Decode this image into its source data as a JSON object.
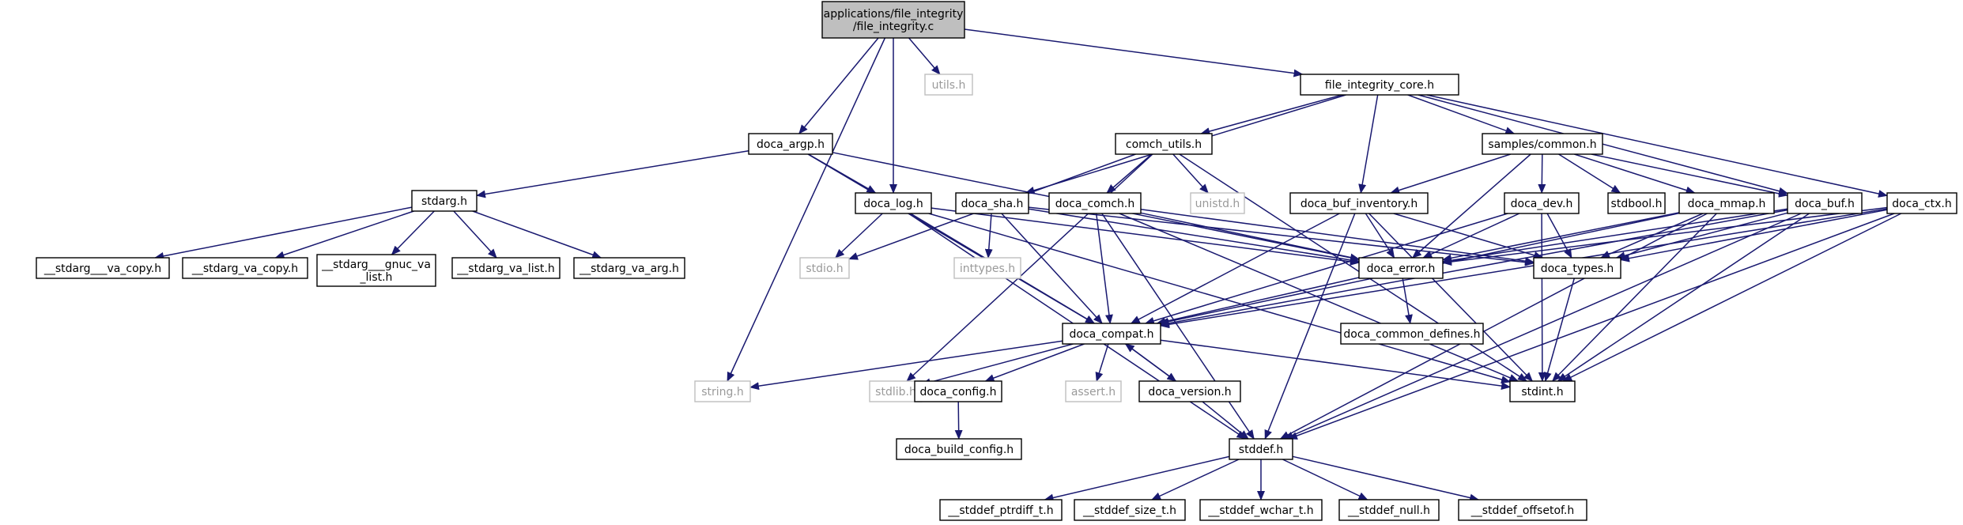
{
  "diagram": {
    "nodes": [
      {
        "id": "file_integrity_c",
        "lines": [
          "applications/file_integrity",
          "/file_integrity.c"
        ],
        "kind": "root"
      },
      {
        "id": "utils_h",
        "lines": [
          "utils.h"
        ],
        "kind": "ext"
      },
      {
        "id": "file_integrity_core_h",
        "lines": [
          "file_integrity_core.h"
        ],
        "kind": "doc"
      },
      {
        "id": "doca_argp_h",
        "lines": [
          "doca_argp.h"
        ],
        "kind": "doc"
      },
      {
        "id": "comch_utils_h",
        "lines": [
          "comch_utils.h"
        ],
        "kind": "doc"
      },
      {
        "id": "samples_common_h",
        "lines": [
          "samples/common.h"
        ],
        "kind": "doc"
      },
      {
        "id": "stdarg_h",
        "lines": [
          "stdarg.h"
        ],
        "kind": "doc"
      },
      {
        "id": "doca_log_h",
        "lines": [
          "doca_log.h"
        ],
        "kind": "doc"
      },
      {
        "id": "doca_sha_h",
        "lines": [
          "doca_sha.h"
        ],
        "kind": "doc"
      },
      {
        "id": "doca_comch_h",
        "lines": [
          "doca_comch.h"
        ],
        "kind": "doc"
      },
      {
        "id": "unistd_h",
        "lines": [
          "unistd.h"
        ],
        "kind": "ext"
      },
      {
        "id": "doca_buf_inventory_h",
        "lines": [
          "doca_buf_inventory.h"
        ],
        "kind": "doc"
      },
      {
        "id": "doca_dev_h",
        "lines": [
          "doca_dev.h"
        ],
        "kind": "doc"
      },
      {
        "id": "stdbool_h",
        "lines": [
          "stdbool.h"
        ],
        "kind": "doc"
      },
      {
        "id": "doca_mmap_h",
        "lines": [
          "doca_mmap.h"
        ],
        "kind": "doc"
      },
      {
        "id": "doca_buf_h",
        "lines": [
          "doca_buf.h"
        ],
        "kind": "doc"
      },
      {
        "id": "doca_ctx_h",
        "lines": [
          "doca_ctx.h"
        ],
        "kind": "doc"
      },
      {
        "id": "stdarg_va_copy_a",
        "lines": [
          "__stdarg___va_copy.h"
        ],
        "kind": "doc"
      },
      {
        "id": "stdarg_va_copy_b",
        "lines": [
          "__stdarg_va_copy.h"
        ],
        "kind": "doc"
      },
      {
        "id": "stdarg_gnuc_va_list",
        "lines": [
          "__stdarg___gnuc_va",
          "_list.h"
        ],
        "kind": "doc"
      },
      {
        "id": "stdarg_va_list",
        "lines": [
          "__stdarg_va_list.h"
        ],
        "kind": "doc"
      },
      {
        "id": "stdarg_va_arg",
        "lines": [
          "__stdarg_va_arg.h"
        ],
        "kind": "doc"
      },
      {
        "id": "stdio_h",
        "lines": [
          "stdio.h"
        ],
        "kind": "ext"
      },
      {
        "id": "inttypes_h",
        "lines": [
          "inttypes.h"
        ],
        "kind": "ext"
      },
      {
        "id": "doca_error_h",
        "lines": [
          "doca_error.h"
        ],
        "kind": "doc"
      },
      {
        "id": "doca_types_h",
        "lines": [
          "doca_types.h"
        ],
        "kind": "doc"
      },
      {
        "id": "doca_compat_h",
        "lines": [
          "doca_compat.h"
        ],
        "kind": "doc"
      },
      {
        "id": "doca_common_defines_h",
        "lines": [
          "doca_common_defines.h"
        ],
        "kind": "doc"
      },
      {
        "id": "string_h",
        "lines": [
          "string.h"
        ],
        "kind": "ext"
      },
      {
        "id": "stdlib_h",
        "lines": [
          "stdlib.h"
        ],
        "kind": "ext"
      },
      {
        "id": "doca_config_h",
        "lines": [
          "doca_config.h"
        ],
        "kind": "doc"
      },
      {
        "id": "assert_h",
        "lines": [
          "assert.h"
        ],
        "kind": "ext"
      },
      {
        "id": "doca_version_h",
        "lines": [
          "doca_version.h"
        ],
        "kind": "doc"
      },
      {
        "id": "stdint_h",
        "lines": [
          "stdint.h"
        ],
        "kind": "doc"
      },
      {
        "id": "doca_build_config_h",
        "lines": [
          "doca_build_config.h"
        ],
        "kind": "doc"
      },
      {
        "id": "stddef_h",
        "lines": [
          "stddef.h"
        ],
        "kind": "doc"
      },
      {
        "id": "stddef_ptrdiff_t",
        "lines": [
          "__stddef_ptrdiff_t.h"
        ],
        "kind": "doc"
      },
      {
        "id": "stddef_size_t",
        "lines": [
          "__stddef_size_t.h"
        ],
        "kind": "doc"
      },
      {
        "id": "stddef_wchar_t",
        "lines": [
          "__stddef_wchar_t.h"
        ],
        "kind": "doc"
      },
      {
        "id": "stddef_null",
        "lines": [
          "__stddef_null.h"
        ],
        "kind": "doc"
      },
      {
        "id": "stddef_offsetof",
        "lines": [
          "__stddef_offsetof.h"
        ],
        "kind": "doc"
      }
    ],
    "edges": [
      [
        "file_integrity_c",
        "utils_h"
      ],
      [
        "file_integrity_c",
        "file_integrity_core_h"
      ],
      [
        "file_integrity_c",
        "doca_argp_h"
      ],
      [
        "file_integrity_c",
        "doca_log_h"
      ],
      [
        "file_integrity_c",
        "string_h"
      ],
      [
        "file_integrity_core_h",
        "comch_utils_h"
      ],
      [
        "file_integrity_core_h",
        "samples_common_h"
      ],
      [
        "file_integrity_core_h",
        "doca_sha_h"
      ],
      [
        "file_integrity_core_h",
        "doca_buf_inventory_h"
      ],
      [
        "file_integrity_core_h",
        "doca_buf_h"
      ],
      [
        "file_integrity_core_h",
        "doca_ctx_h"
      ],
      [
        "doca_argp_h",
        "stdarg_h"
      ],
      [
        "doca_argp_h",
        "doca_log_h"
      ],
      [
        "doca_argp_h",
        "doca_error_h"
      ],
      [
        "doca_argp_h",
        "doca_compat_h"
      ],
      [
        "stdarg_h",
        "stdarg_va_copy_a"
      ],
      [
        "stdarg_h",
        "stdarg_va_copy_b"
      ],
      [
        "stdarg_h",
        "stdarg_gnuc_va_list"
      ],
      [
        "stdarg_h",
        "stdarg_va_list"
      ],
      [
        "stdarg_h",
        "stdarg_va_arg"
      ],
      [
        "comch_utils_h",
        "doca_comch_h"
      ],
      [
        "comch_utils_h",
        "unistd_h"
      ],
      [
        "comch_utils_h",
        "stdio_h"
      ],
      [
        "comch_utils_h",
        "stdlib_h"
      ],
      [
        "comch_utils_h",
        "stdint_h"
      ],
      [
        "samples_common_h",
        "doca_buf_inventory_h"
      ],
      [
        "samples_common_h",
        "doca_dev_h"
      ],
      [
        "samples_common_h",
        "stdbool_h"
      ],
      [
        "samples_common_h",
        "doca_mmap_h"
      ],
      [
        "samples_common_h",
        "doca_buf_h"
      ],
      [
        "samples_common_h",
        "doca_error_h"
      ],
      [
        "doca_log_h",
        "stdio_h"
      ],
      [
        "doca_log_h",
        "doca_compat_h"
      ],
      [
        "doca_log_h",
        "doca_error_h"
      ],
      [
        "doca_log_h",
        "stdint_h"
      ],
      [
        "doca_log_h",
        "stddef_h"
      ],
      [
        "doca_sha_h",
        "inttypes_h"
      ],
      [
        "doca_sha_h",
        "doca_compat_h"
      ],
      [
        "doca_sha_h",
        "doca_error_h"
      ],
      [
        "doca_sha_h",
        "doca_types_h"
      ],
      [
        "doca_comch_h",
        "doca_compat_h"
      ],
      [
        "doca_comch_h",
        "doca_error_h"
      ],
      [
        "doca_comch_h",
        "doca_types_h"
      ],
      [
        "doca_comch_h",
        "stdint_h"
      ],
      [
        "doca_comch_h",
        "stddef_h"
      ],
      [
        "doca_buf_inventory_h",
        "doca_compat_h"
      ],
      [
        "doca_buf_inventory_h",
        "doca_error_h"
      ],
      [
        "doca_buf_inventory_h",
        "doca_types_h"
      ],
      [
        "doca_buf_inventory_h",
        "stdint_h"
      ],
      [
        "doca_buf_inventory_h",
        "stddef_h"
      ],
      [
        "doca_dev_h",
        "doca_compat_h"
      ],
      [
        "doca_dev_h",
        "doca_error_h"
      ],
      [
        "doca_dev_h",
        "doca_types_h"
      ],
      [
        "doca_dev_h",
        "stdint_h"
      ],
      [
        "doca_mmap_h",
        "doca_compat_h"
      ],
      [
        "doca_mmap_h",
        "doca_error_h"
      ],
      [
        "doca_mmap_h",
        "doca_types_h"
      ],
      [
        "doca_mmap_h",
        "stdint_h"
      ],
      [
        "doca_mmap_h",
        "stddef_h"
      ],
      [
        "doca_buf_h",
        "doca_compat_h"
      ],
      [
        "doca_buf_h",
        "doca_error_h"
      ],
      [
        "doca_buf_h",
        "doca_types_h"
      ],
      [
        "doca_buf_h",
        "stdint_h"
      ],
      [
        "doca_buf_h",
        "stddef_h"
      ],
      [
        "doca_ctx_h",
        "doca_compat_h"
      ],
      [
        "doca_ctx_h",
        "doca_error_h"
      ],
      [
        "doca_ctx_h",
        "doca_types_h"
      ],
      [
        "doca_ctx_h",
        "stdint_h"
      ],
      [
        "doca_ctx_h",
        "stddef_h"
      ],
      [
        "doca_error_h",
        "doca_compat_h"
      ],
      [
        "doca_error_h",
        "doca_common_defines_h"
      ],
      [
        "doca_types_h",
        "stdint_h"
      ],
      [
        "doca_compat_h",
        "string_h"
      ],
      [
        "doca_compat_h",
        "stdlib_h"
      ],
      [
        "doca_compat_h",
        "doca_config_h"
      ],
      [
        "doca_compat_h",
        "assert_h"
      ],
      [
        "doca_compat_h",
        "doca_version_h"
      ],
      [
        "doca_compat_h",
        "stdint_h"
      ],
      [
        "doca_version_h",
        "doca_compat_h"
      ],
      [
        "doca_version_h",
        "stddef_h"
      ],
      [
        "doca_config_h",
        "doca_build_config_h"
      ],
      [
        "stddef_h",
        "stddef_ptrdiff_t"
      ],
      [
        "stddef_h",
        "stddef_size_t"
      ],
      [
        "stddef_h",
        "stddef_wchar_t"
      ],
      [
        "stddef_h",
        "stddef_null"
      ],
      [
        "stddef_h",
        "stddef_offsetof"
      ]
    ]
  }
}
